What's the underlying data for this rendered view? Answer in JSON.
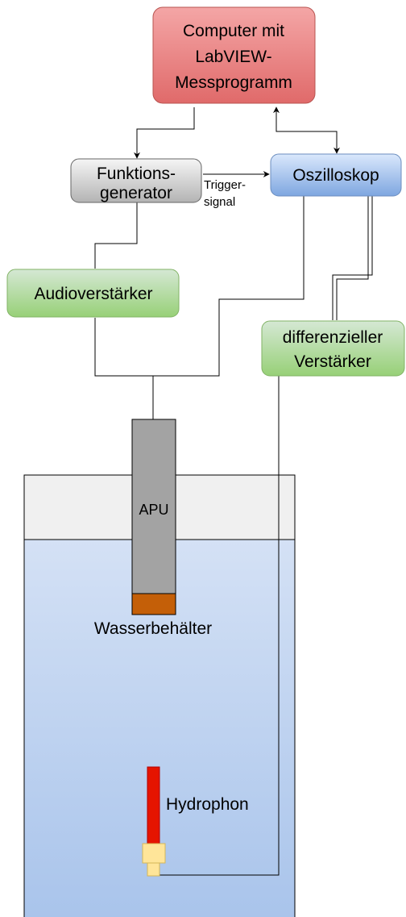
{
  "nodes": {
    "computer": {
      "lines": [
        "Computer mit",
        "LabVIEW-",
        "Messprogramm"
      ]
    },
    "function_generator": {
      "lines": [
        "Funktions-",
        "generator"
      ]
    },
    "oscilloscope": {
      "label": "Oszilloskop"
    },
    "audio_amplifier": {
      "label": "Audioverstärker"
    },
    "differential_amplifier": {
      "lines": [
        "differenzieller",
        "Verstärker"
      ]
    },
    "apu": {
      "label": "APU"
    },
    "water_tank": {
      "label": "Wasserbehälter"
    },
    "hydrophone": {
      "label": "Hydrophon"
    }
  },
  "edges": {
    "trigger_signal": {
      "lines": [
        "Trigger-",
        "signal"
      ]
    }
  },
  "colors": {
    "computer_fill_top": "#f4a6a6",
    "computer_fill_bottom": "#e06a6a",
    "computer_stroke": "#b85450",
    "generator_fill_top": "#f5f5f5",
    "generator_fill_bottom": "#b3b3b3",
    "generator_stroke": "#666666",
    "oscilloscope_fill_top": "#dae8fc",
    "oscilloscope_fill_bottom": "#7ea6e0",
    "oscilloscope_stroke": "#6c8ebf",
    "amplifier_fill_top": "#d5e8d4",
    "amplifier_fill_bottom": "#97d077",
    "amplifier_stroke": "#82b366",
    "apu_body": "#a3a3a3",
    "apu_tip": "#c45f08",
    "tank_air": "#f0f0f0",
    "water_top": "#d4e1f5",
    "water_bottom": "#a9c4eb",
    "hydrophone_red": "#e51400",
    "hydrophone_yellow": "#ffe599"
  }
}
